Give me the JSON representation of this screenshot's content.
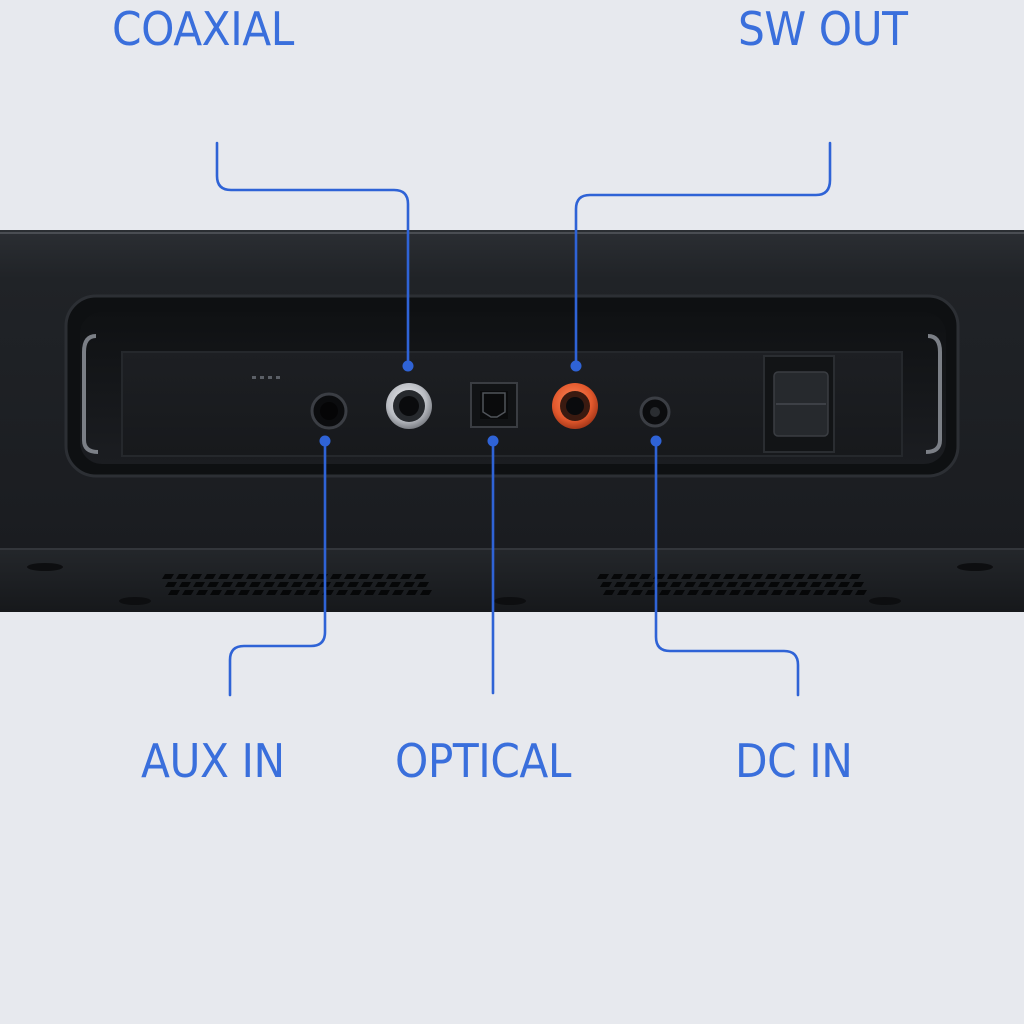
{
  "accent_color": "#2f63d6",
  "label_color": "#3a6fdc",
  "ports": {
    "coaxial": {
      "label": "COAXIAL",
      "icon": "rca-jack-silver-icon"
    },
    "sw_out": {
      "label": "SW OUT",
      "icon": "rca-jack-orange-icon"
    },
    "aux_in": {
      "label": "AUX IN",
      "icon": "audio-jack-3-5mm-icon"
    },
    "optical": {
      "label": "OPTICAL",
      "icon": "toslink-port-icon"
    },
    "dc_in": {
      "label": "DC IN",
      "icon": "dc-barrel-jack-icon"
    }
  },
  "colors": {
    "background": "#e7e9ee",
    "device_body": "#1e2125",
    "panel": "#17191c",
    "coaxial_ring": "#c9ccd1",
    "sw_out_ring": "#e2582c"
  }
}
